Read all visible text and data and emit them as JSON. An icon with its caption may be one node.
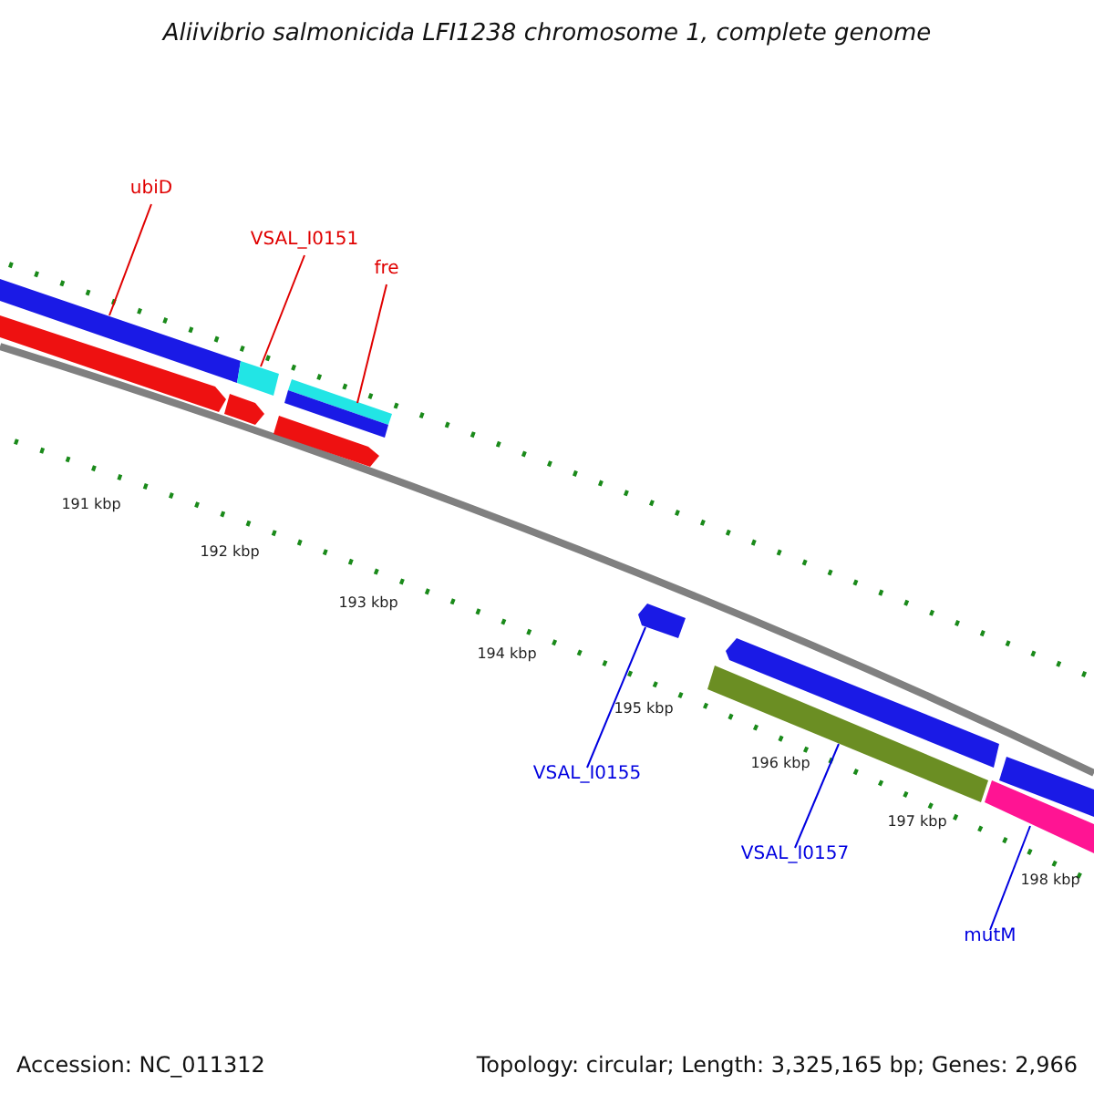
{
  "diagram": {
    "title": "Aliivibrio salmonicida LFI1238 chromosome 1, complete genome",
    "nodes": [
      {
        "text": [
          "ubiD"
        ]
      },
      {
        "text": [
          "VSAL_I0151"
        ]
      },
      {
        "text": [
          "fre"
        ]
      },
      {
        "text": [
          "VSAL_I0155"
        ]
      },
      {
        "text": [
          "VSAL_I0157"
        ]
      },
      {
        "text": [
          "mutM"
        ]
      },
      {
        "text": [],
        "shape": "bar"
      },
      {
        "text": [],
        "shape": "bar"
      },
      {
        "text": [],
        "shape": "bar"
      },
      {
        "text": [],
        "shape": "bar"
      },
      {
        "text": [],
        "shape": "bar"
      },
      {
        "text": [],
        "shape": "bar"
      },
      {
        "text": [],
        "shape": "bar"
      },
      {
        "text": [],
        "shape": "bar"
      },
      {
        "text": [],
        "shape": "bar"
      },
      {
        "text": [],
        "shape": "bar"
      },
      {
        "text": [],
        "shape": "bar"
      }
    ],
    "edges": [
      {
        "from": 0,
        "to": 6,
        "arrow": "none",
        "color": "#e00000"
      },
      {
        "from": 1,
        "to": 7,
        "arrow": "none",
        "color": "#e00000"
      },
      {
        "from": 2,
        "to": 8,
        "arrow": "none",
        "color": "#e00000"
      },
      {
        "from": 3,
        "to": 9,
        "arrow": "none",
        "color": "#0000e0"
      },
      {
        "from": 4,
        "to": 10,
        "arrow": "none",
        "color": "#0000e0"
      },
      {
        "from": 5,
        "to": 11,
        "arrow": "none",
        "color": "#0000e0"
      }
    ],
    "labels": [
      "191 kbp",
      "192 kbp",
      "193 kbp",
      "194 kbp",
      "195 kbp",
      "196 kbp",
      "197 kbp",
      "198 kbp",
      "Accession: NC_011312",
      "Topology: circular; Length: 3,325,165 bp; Genes: 2,966"
    ]
  }
}
